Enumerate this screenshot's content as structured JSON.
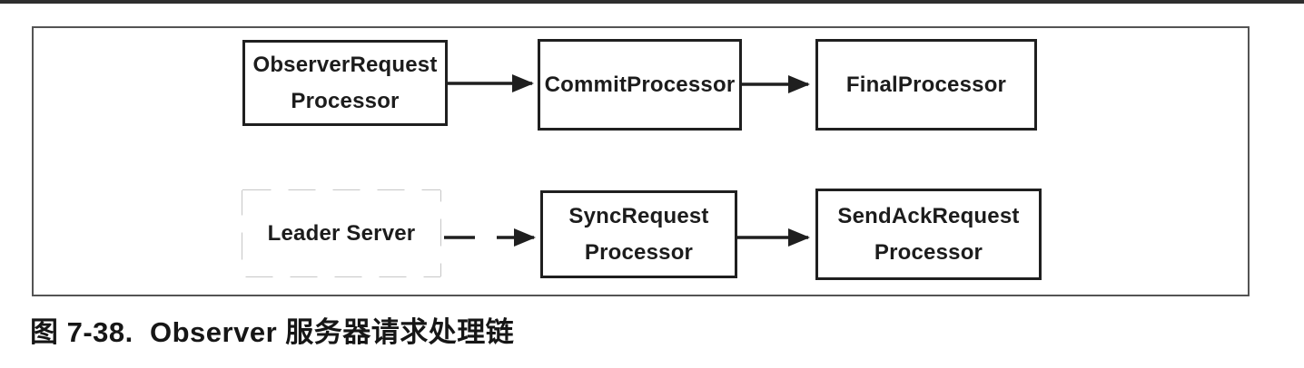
{
  "colors": {
    "background": "#ffffff",
    "diagram_line": "#1f1f1f",
    "frame_border": "#545454",
    "top_strip": "#2e2e2e",
    "text": "#1c1c1c"
  },
  "diagram": {
    "nodes": {
      "observer_request": {
        "line1": "ObserverRequest",
        "line2": "Processor",
        "border": "solid"
      },
      "commit": {
        "label": "CommitProcessor",
        "border": "solid"
      },
      "final": {
        "label": "FinalProcessor",
        "border": "solid"
      },
      "leader": {
        "label": "Leader Server",
        "border": "dashed"
      },
      "sync_request": {
        "line1": "SyncRequest",
        "line2": "Processor",
        "border": "solid"
      },
      "send_ack": {
        "line1": "SendAckRequest",
        "line2": "Processor",
        "border": "solid"
      }
    },
    "edges": [
      {
        "from": "ObserverRequestProcessor",
        "to": "CommitProcessor",
        "style": "solid"
      },
      {
        "from": "CommitProcessor",
        "to": "FinalProcessor",
        "style": "solid"
      },
      {
        "from": "Leader Server",
        "to": "SyncRequestProcessor",
        "style": "dashed-then-solid"
      },
      {
        "from": "SyncRequestProcessor",
        "to": "SendAckRequestProcessor",
        "style": "solid"
      }
    ]
  },
  "caption": {
    "text": "图 7-38.  Observer 服务器请求处理链"
  }
}
